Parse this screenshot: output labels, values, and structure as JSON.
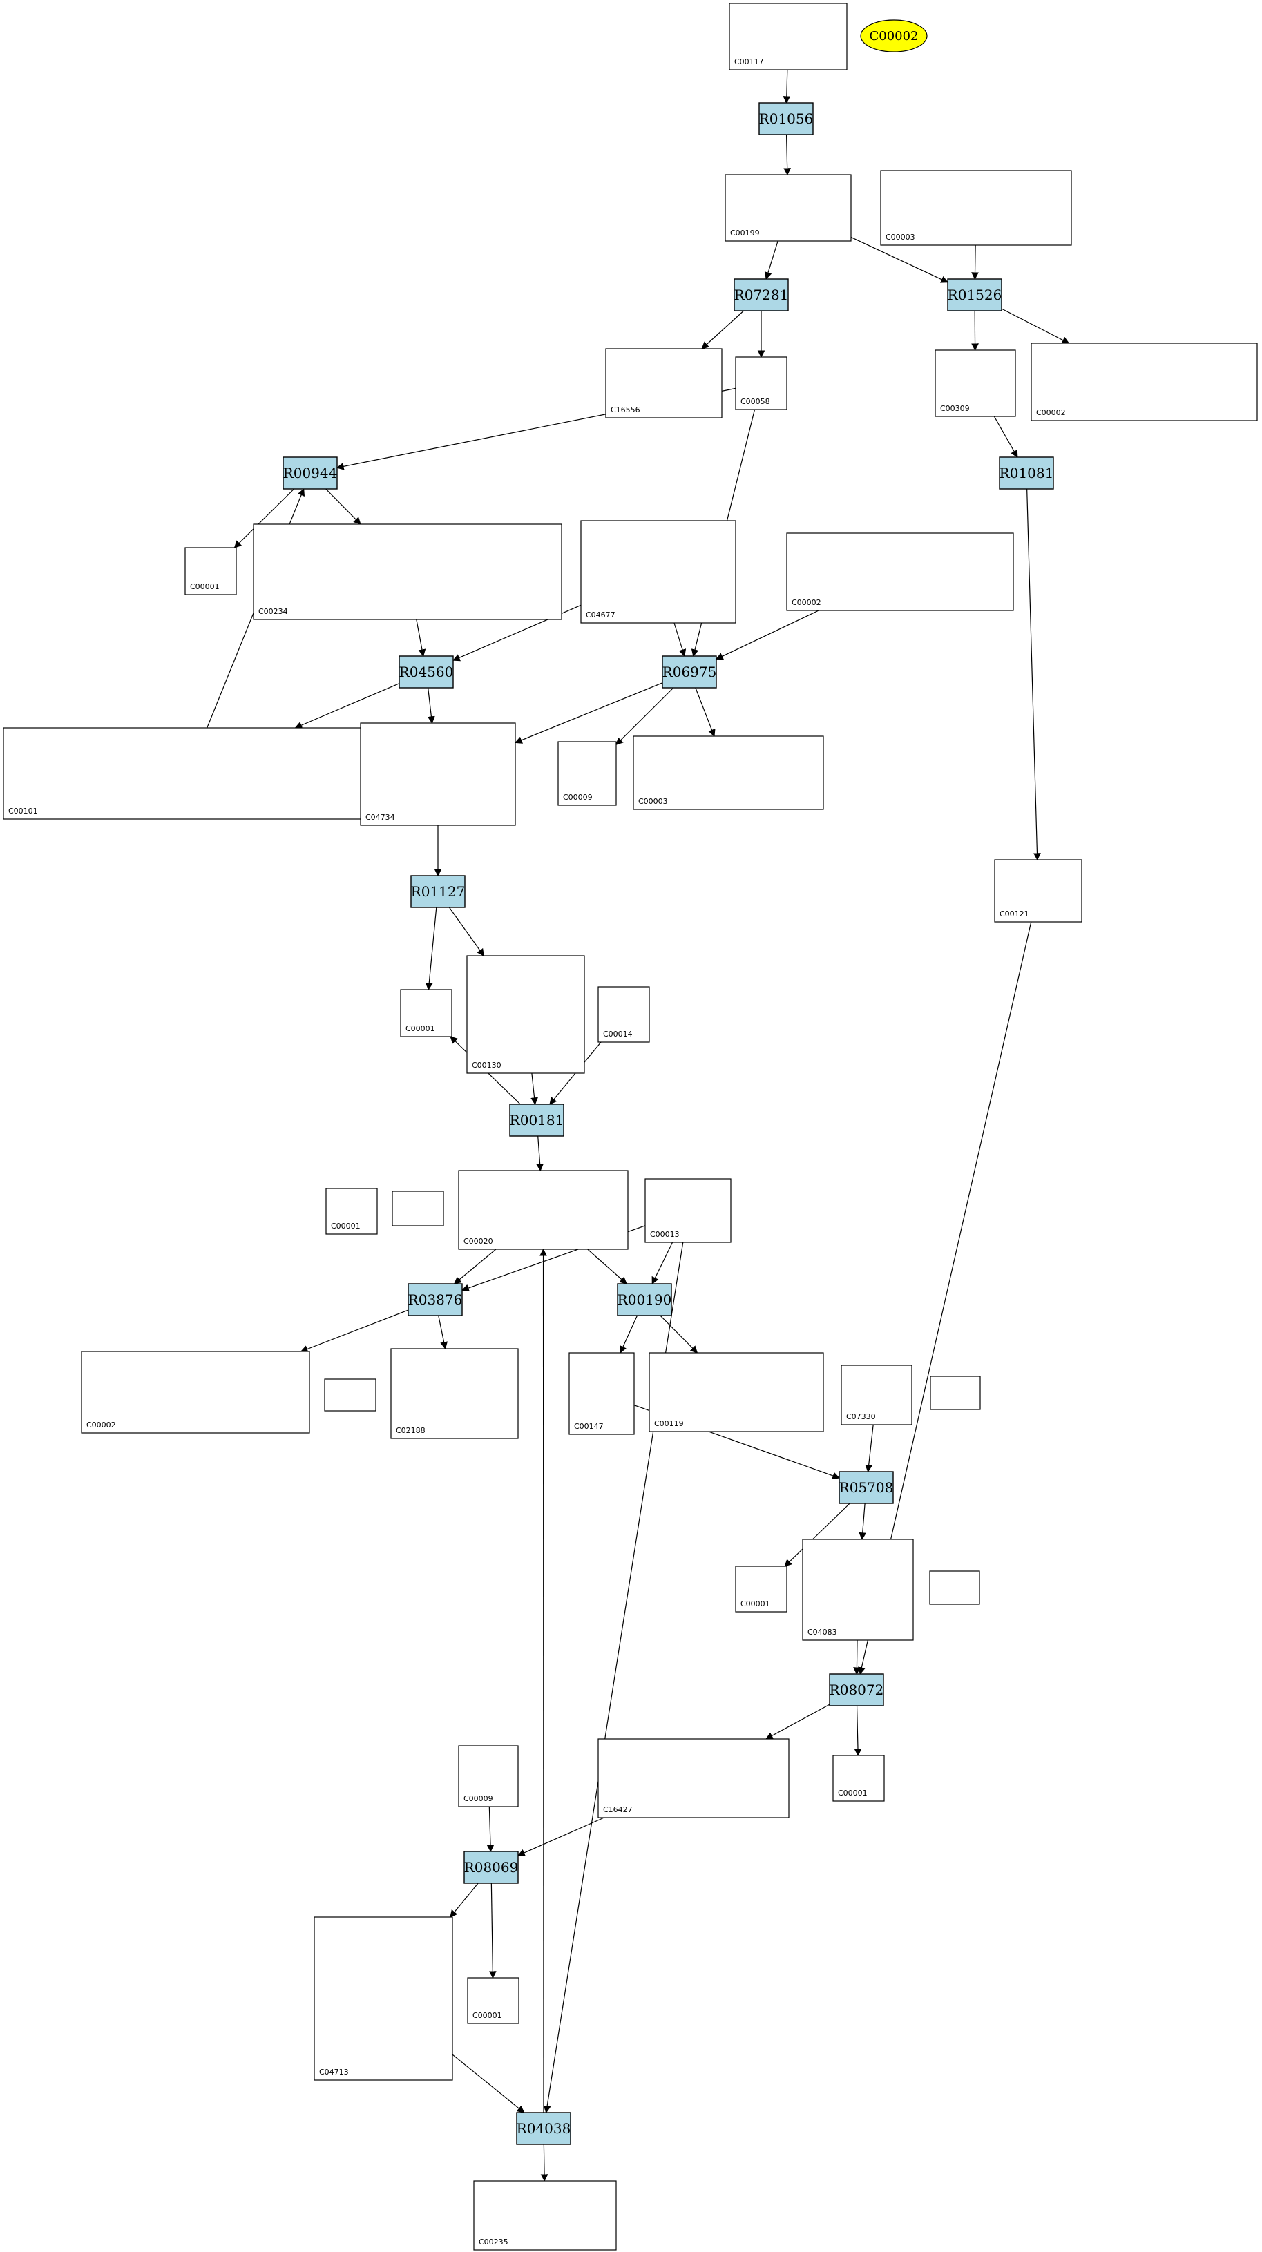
{
  "diagram": {
    "start_node": "C00002",
    "colors": {
      "reaction_fill": "#add8e6",
      "start_fill": "#ffff00",
      "stroke": "#000000",
      "background": "#ffffff"
    },
    "reactions": [
      "R01056",
      "R07281",
      "R01526",
      "R00944",
      "R01081",
      "R04560",
      "R06975",
      "R01127",
      "R00181",
      "R03876",
      "R00190",
      "R05708",
      "R08072",
      "R08069",
      "R04038"
    ],
    "compounds": [
      "C00117",
      "C00199",
      "C00003",
      "C16556",
      "C00058",
      "C00309",
      "C00002",
      "C00001",
      "C00234",
      "C04677",
      "C00002",
      "C00101",
      "C04734",
      "C00009",
      "C00003",
      "C00121",
      "C00001",
      "C00130",
      "C00014",
      "C00001",
      "C00020",
      "C00013",
      "C00002",
      "C02188",
      "C00147",
      "C00119",
      "C07330",
      "C00001",
      "C04083",
      "C16427",
      "C00009",
      "C00001",
      "C04713",
      "C00001",
      "C00235"
    ],
    "edges": [
      [
        "C00117",
        "R01056"
      ],
      [
        "R01056",
        "C00199"
      ],
      [
        "C00199",
        "R07281"
      ],
      [
        "C00199",
        "R01526"
      ],
      [
        "C00003",
        "R01526"
      ],
      [
        "R07281",
        "C16556"
      ],
      [
        "R07281",
        "C00058"
      ],
      [
        "R01526",
        "C00309"
      ],
      [
        "R01526",
        "C00002"
      ],
      [
        "C00058",
        "R00944"
      ],
      [
        "C00058",
        "R06975"
      ],
      [
        "C00309",
        "R01081"
      ],
      [
        "R00944",
        "C00001"
      ],
      [
        "R00944",
        "C00234"
      ],
      [
        "C00101",
        "R00944"
      ],
      [
        "C00234",
        "R04560"
      ],
      [
        "C04677",
        "R04560"
      ],
      [
        "C04677",
        "R06975"
      ],
      [
        "C00002",
        "R06975"
      ],
      [
        "R04560",
        "C00101"
      ],
      [
        "R04560",
        "C04734"
      ],
      [
        "R06975",
        "C04734"
      ],
      [
        "R06975",
        "C00009"
      ],
      [
        "R06975",
        "C00003"
      ],
      [
        "R01081",
        "C00121"
      ],
      [
        "C04734",
        "R01127"
      ],
      [
        "R01127",
        "C00001"
      ],
      [
        "R01127",
        "C00130"
      ],
      [
        "C00130",
        "R00181"
      ],
      [
        "C00014",
        "R00181"
      ],
      [
        "R00181",
        "C00001"
      ],
      [
        "R00181",
        "C00020"
      ],
      [
        "C00020",
        "R03876"
      ],
      [
        "C00020",
        "R00190"
      ],
      [
        "C00013",
        "R03876"
      ],
      [
        "C00013",
        "R00190"
      ],
      [
        "C00013",
        "R04038"
      ],
      [
        "R03876",
        "C00002"
      ],
      [
        "R03876",
        "C02188"
      ],
      [
        "R00190",
        "C00147"
      ],
      [
        "R00190",
        "C00119"
      ],
      [
        "C00147",
        "R05708"
      ],
      [
        "C07330",
        "R05708"
      ],
      [
        "R05708",
        "C00001"
      ],
      [
        "R05708",
        "C04083"
      ],
      [
        "C04083",
        "R08072"
      ],
      [
        "C00121",
        "R08072"
      ],
      [
        "R08072",
        "C16427"
      ],
      [
        "R08072",
        "C00001"
      ],
      [
        "C16427",
        "R08069"
      ],
      [
        "C00009",
        "R08069"
      ],
      [
        "R08069",
        "C04713"
      ],
      [
        "R08069",
        "C00001"
      ],
      [
        "C04713",
        "R04038"
      ],
      [
        "R04038",
        "C00235"
      ],
      [
        "R04038",
        "C00020"
      ]
    ]
  }
}
